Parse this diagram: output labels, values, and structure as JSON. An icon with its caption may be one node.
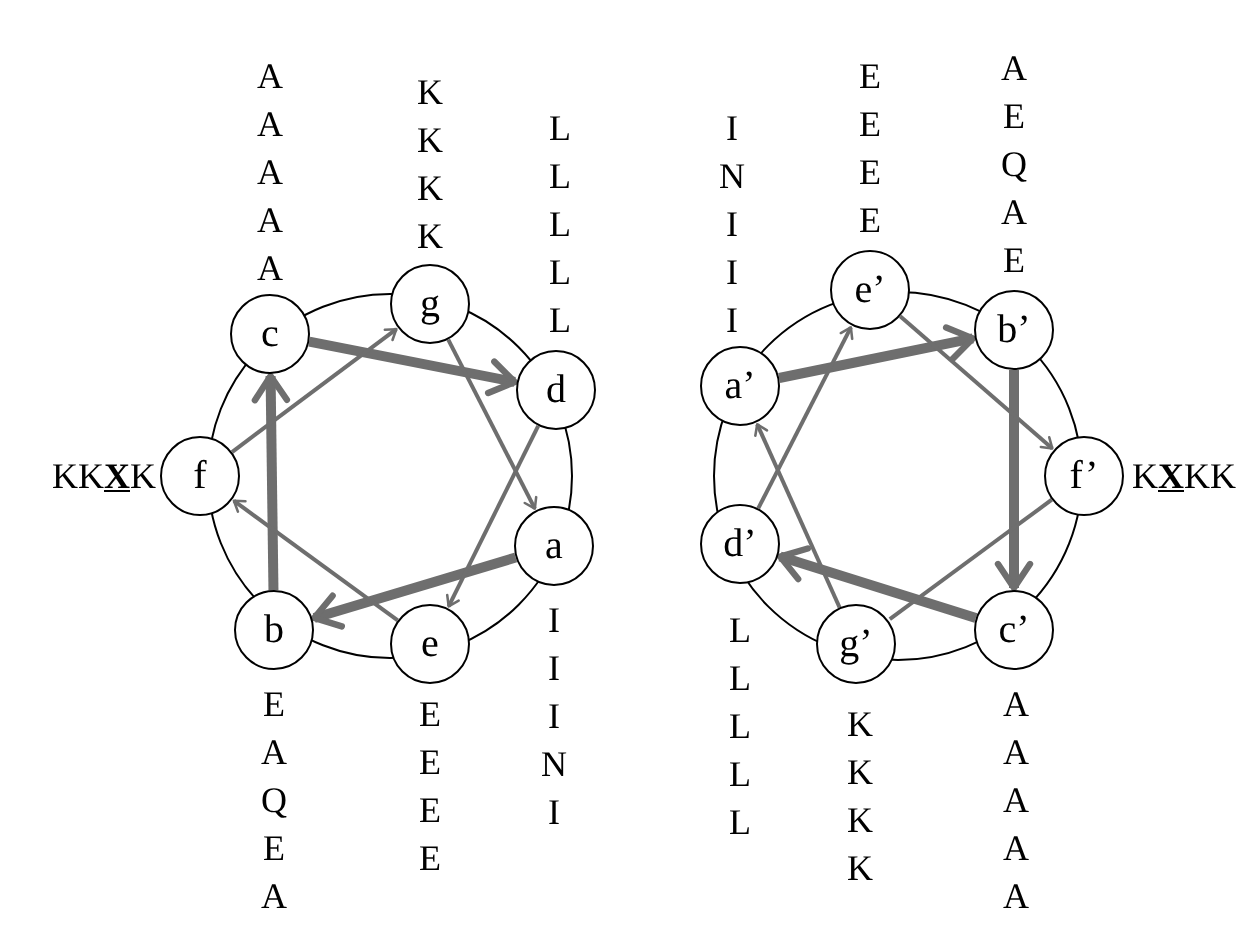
{
  "diagram": {
    "nodes": [
      {
        "text": [
          "a"
        ],
        "beside": [
          "I I I N I"
        ]
      },
      {
        "text": [
          "b"
        ],
        "beside": [
          "E A Q E A"
        ]
      },
      {
        "text": [
          "c"
        ],
        "beside": [
          "A A A A A"
        ]
      },
      {
        "text": [
          "d"
        ],
        "beside": [
          "L L L L L"
        ]
      },
      {
        "text": [
          "e"
        ],
        "beside": [
          "E E E E"
        ]
      },
      {
        "text": [
          "f"
        ],
        "beside": [
          "KK**X**K"
        ]
      },
      {
        "text": [
          "g"
        ],
        "beside": [
          "K K K K"
        ]
      },
      {
        "text": [
          "a’"
        ],
        "beside": [
          "I N I I I"
        ]
      },
      {
        "text": [
          "b’"
        ],
        "beside": [
          "A E Q A E"
        ]
      },
      {
        "text": [
          "c’"
        ],
        "beside": [
          "A A A A A"
        ]
      },
      {
        "text": [
          "d’"
        ],
        "beside": [
          "L L L L L"
        ]
      },
      {
        "text": [
          "e’"
        ],
        "beside": [
          "E E E E"
        ]
      },
      {
        "text": [
          "f’"
        ],
        "beside": [
          "K**X**KK"
        ]
      },
      {
        "text": [
          "g’"
        ],
        "beside": [
          "K K K K"
        ]
      }
    ],
    "edges": [
      {
        "from": 0,
        "to": 1,
        "arrow": "to",
        "style": "thick"
      },
      {
        "from": 1,
        "to": 2,
        "arrow": "to",
        "style": "thick"
      },
      {
        "from": 2,
        "to": 3,
        "arrow": "to",
        "style": "thick"
      },
      {
        "from": 3,
        "to": 4,
        "arrow": "to"
      },
      {
        "from": 4,
        "to": 5,
        "arrow": "to"
      },
      {
        "from": 5,
        "to": 6,
        "arrow": "to"
      },
      {
        "from": 6,
        "to": 0,
        "arrow": "to"
      },
      {
        "from": 7,
        "to": 8,
        "arrow": "to",
        "style": "thick"
      },
      {
        "from": 8,
        "to": 9,
        "arrow": "to",
        "style": "thick"
      },
      {
        "from": 9,
        "to": 10,
        "arrow": "to",
        "style": "thick"
      },
      {
        "from": 10,
        "to": 11,
        "arrow": "to"
      },
      {
        "from": 11,
        "to": 12,
        "arrow": "to"
      },
      {
        "from": 12,
        "to": 13,
        "arrow": "none"
      },
      {
        "from": 13,
        "to": 7,
        "arrow": "to"
      }
    ]
  }
}
